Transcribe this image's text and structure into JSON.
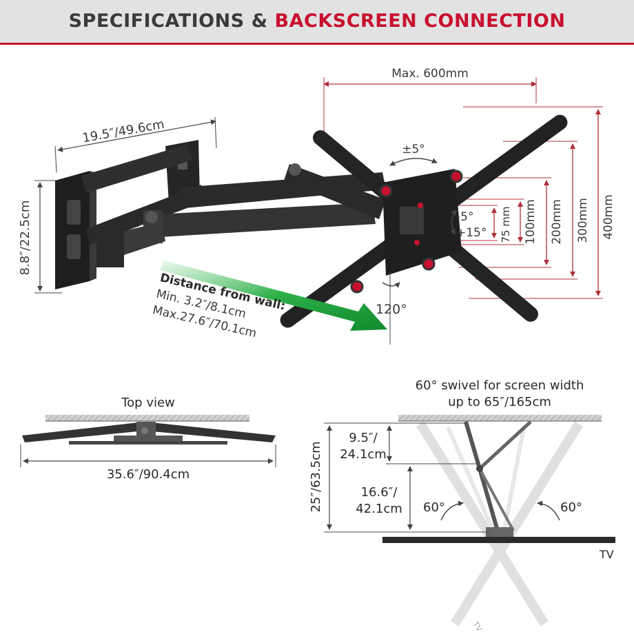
{
  "header": {
    "title_part1": "SPECIFICATIONS & ",
    "title_part2": "BACKSCREEN CONNECTION"
  },
  "colors": {
    "accent_red": "#c8102e",
    "header_bg": "#e2e2e2",
    "dim_red": "#b0303a",
    "arrow_green": "#1a9a3a",
    "mount_black": "#2a2a2a"
  },
  "main_view": {
    "max_width": "Max. 600mm",
    "arm_length": "19.5″/49.6cm",
    "plate_height": "8.8″/22.5cm",
    "rotation": "±5°",
    "tilt_down": "-5°",
    "tilt_up": "+15°",
    "swivel": "120°",
    "vesa_heights": [
      "75 mm",
      "100mm",
      "200mm",
      "300mm",
      "400mm"
    ],
    "distance_title": "Distance from wall:",
    "distance_min": "Min. 3.2″/8.1cm",
    "distance_max": "Max.27.6″/70.1cm"
  },
  "top_view": {
    "title": "Top view",
    "width": "35.6″/90.4cm"
  },
  "swivel_view": {
    "title_line1": "60° swivel for screen width",
    "title_line2": "up to 65″/165cm",
    "total_length": "25″/63.5cm",
    "segment1_line1": "9.5″/",
    "segment1_line2": "24.1cm",
    "segment2_line1": "16.6″/",
    "segment2_line2": "42.1cm",
    "angle_left": "60°",
    "angle_right": "60°",
    "tv_label": "TV",
    "ghost_tv_label": "TV"
  }
}
